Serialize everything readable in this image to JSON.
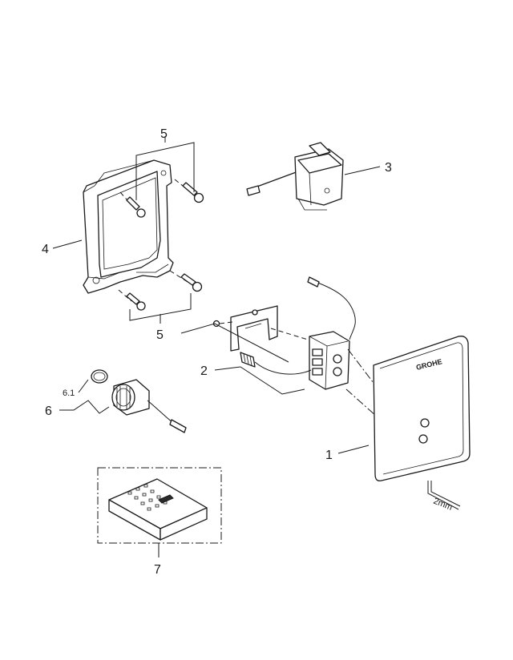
{
  "callouts": {
    "c1": "1",
    "c2": "2",
    "c3": "3",
    "c4": "4",
    "c5_top": "5",
    "c5_bottom": "5",
    "c6": "6",
    "c6_1": "6.1",
    "c7": "7"
  },
  "allen_key_size": "2mm",
  "brand_mark": "GROHE"
}
